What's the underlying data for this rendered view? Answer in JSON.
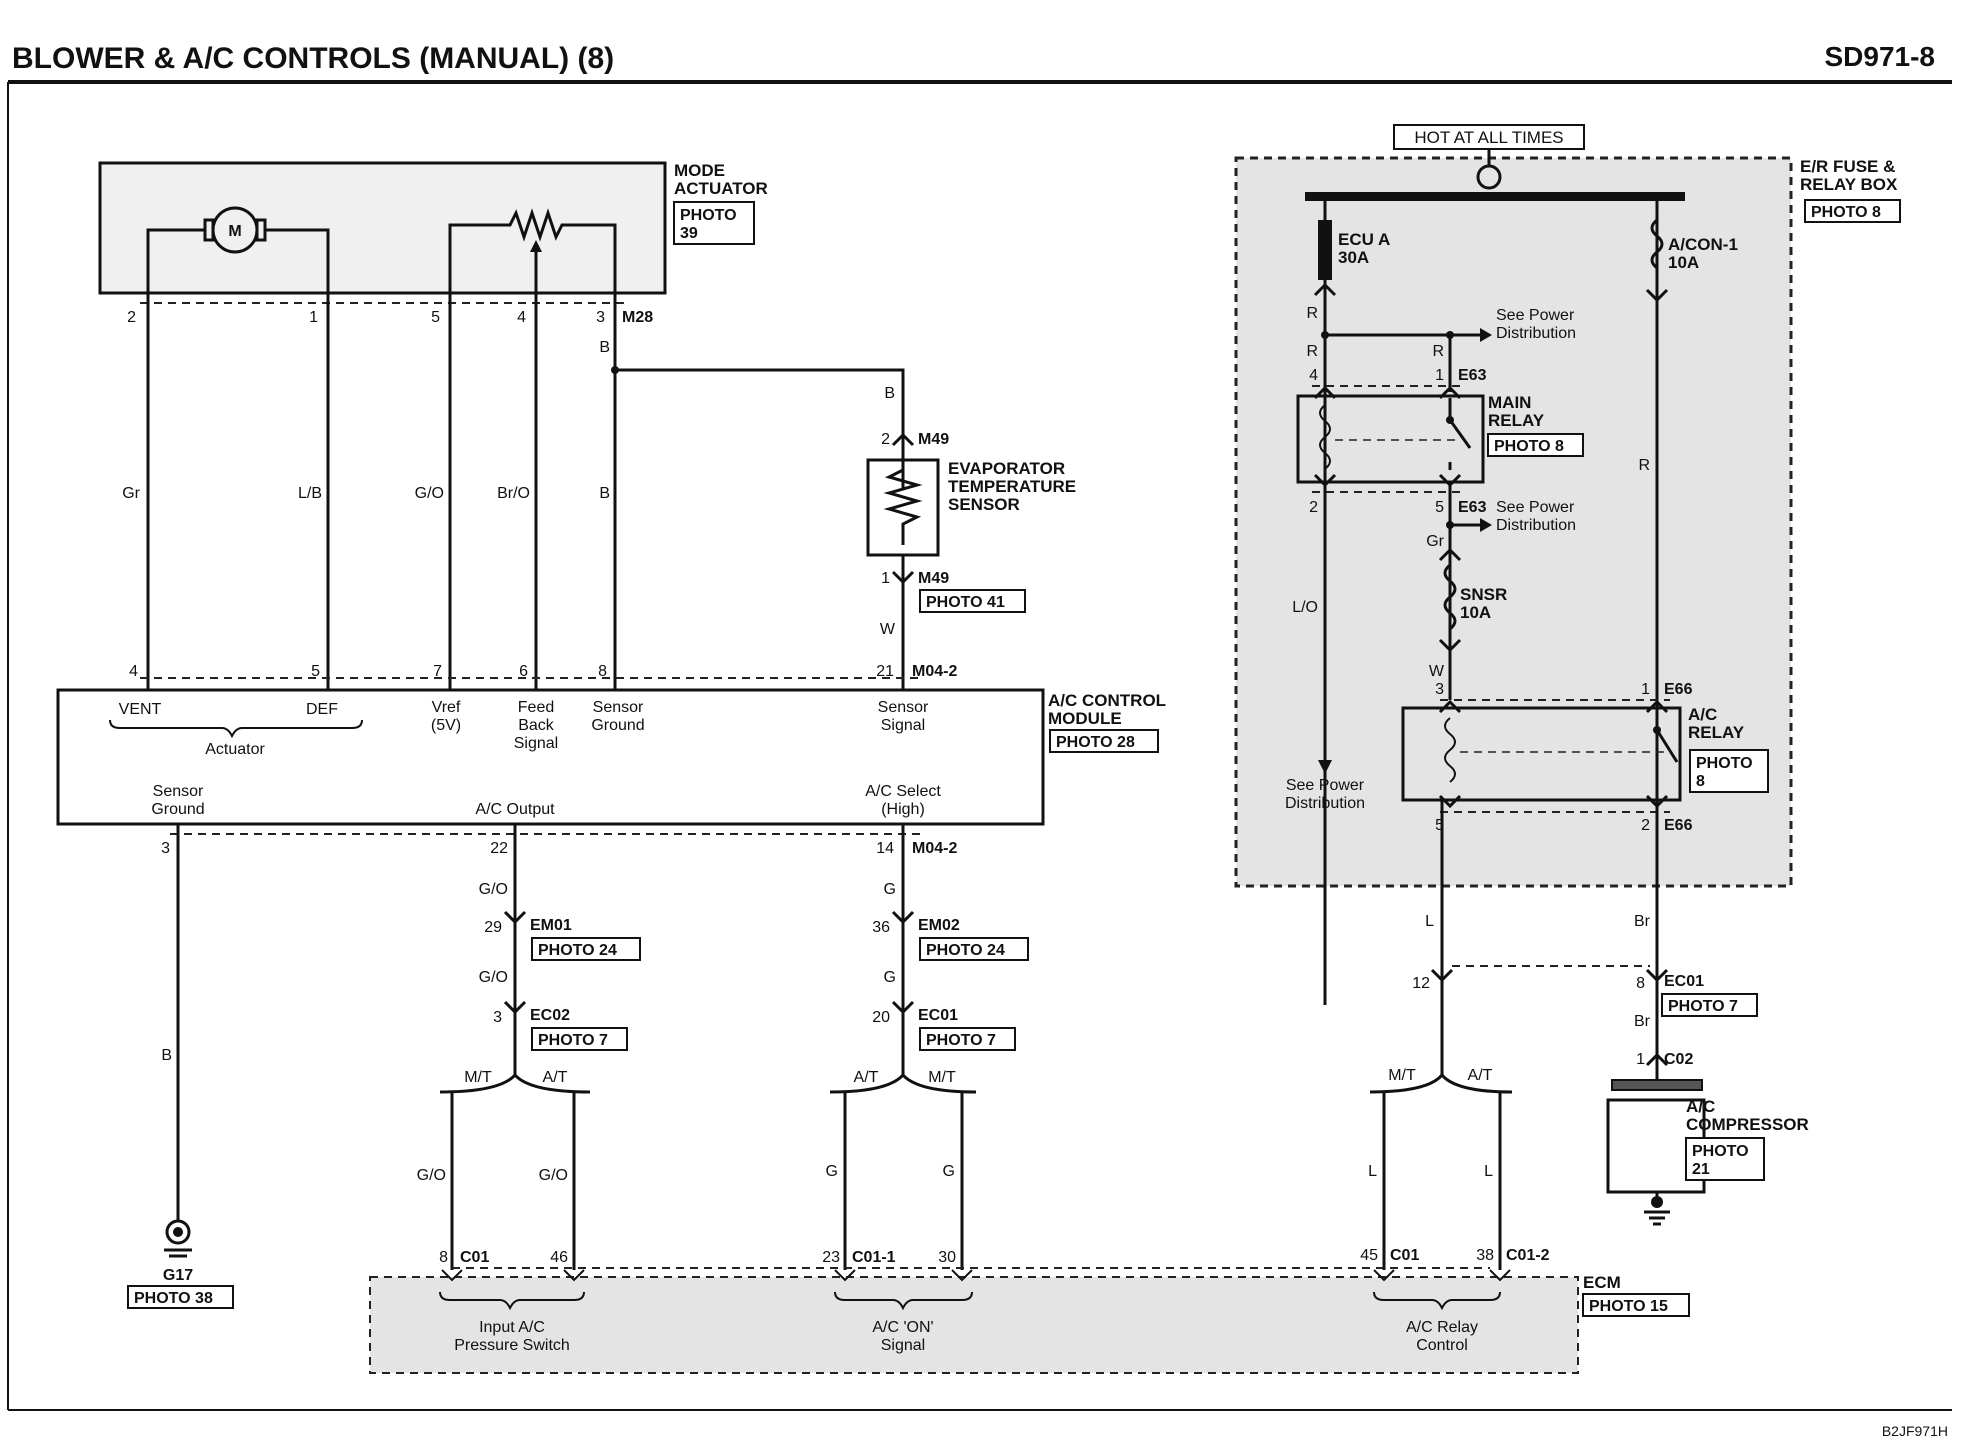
{
  "header": {
    "title": "BLOWER & A/C CONTROLS (MANUAL) (8)",
    "code": "SD971-8"
  },
  "footer": {
    "code": "B2JF971H"
  },
  "mode_actuator": {
    "title_1": "MODE",
    "title_2": "ACTUATOR",
    "photo_1": "PHOTO",
    "photo_2": "39",
    "motor": "M",
    "connector": "M28",
    "pins": [
      "2",
      "1",
      "5",
      "4",
      "3"
    ],
    "wires": [
      "Gr",
      "L/B",
      "G/O",
      "Br/O",
      "B"
    ],
    "b_wire": "B"
  },
  "evap_sensor": {
    "title_1": "EVAPORATOR",
    "title_2": "TEMPERATURE",
    "title_3": "SENSOR",
    "wire_top": "B",
    "pin_top": "2",
    "conn_top": "M49",
    "pin_bottom": "1",
    "conn_bottom": "M49",
    "photo": "PHOTO 41",
    "wire_bottom": "W"
  },
  "acm": {
    "title_1": "A/C CONTROL",
    "title_2": "MODULE",
    "photo": "PHOTO 28",
    "top_pins": [
      "4",
      "5",
      "7",
      "6",
      "8",
      "21"
    ],
    "top_conn": "M04-2",
    "vent": "VENT",
    "def": "DEF",
    "actuator": "Actuator",
    "vref_1": "Vref",
    "vref_2": "(5V)",
    "feed_1": "Feed",
    "feed_2": "Back",
    "feed_3": "Signal",
    "sg_1": "Sensor",
    "sg_2": "Ground",
    "ss_1": "Sensor",
    "ss_2": "Signal",
    "bsg_1": "Sensor",
    "bsg_2": "Ground",
    "ac_output": "A/C Output",
    "acsel_1": "A/C Select",
    "acsel_2": "(High)",
    "bottom_pins": [
      "3",
      "22",
      "14"
    ],
    "bottom_conn": "M04-2"
  },
  "ground": {
    "wire": "B",
    "name": "G17",
    "photo": "PHOTO 38"
  },
  "left_path": {
    "wire1": "G/O",
    "pin1": "29",
    "conn1": "EM01",
    "photo1": "PHOTO 24",
    "wire2": "G/O",
    "pin2": "3",
    "conn2": "EC02",
    "photo2": "PHOTO 7",
    "mt": "M/T",
    "at": "A/T",
    "wire_mt": "G/O",
    "wire_at": "G/O",
    "pin_mt": "8",
    "conn": "C01",
    "pin_at": "46"
  },
  "mid_path": {
    "wire1": "G",
    "pin1": "36",
    "conn1": "EM02",
    "photo1": "PHOTO 24",
    "wire2": "G",
    "pin2": "20",
    "conn2": "EC01",
    "photo2": "PHOTO 7",
    "at": "A/T",
    "mt": "M/T",
    "wire_at": "G",
    "wire_mt": "G",
    "pin_at": "23",
    "conn": "C01-1",
    "pin_mt": "30"
  },
  "right_path": {
    "wire1": "L",
    "pin1": "12",
    "mt": "M/T",
    "at": "A/T",
    "wire_mt": "L",
    "wire_at": "L",
    "pin_mt": "45",
    "conn_mt": "C01",
    "pin_at": "38",
    "conn_at": "C01-2"
  },
  "ecm": {
    "title": "ECM",
    "photo": "PHOTO 15",
    "l1": "Input A/C",
    "l2": "Pressure Switch",
    "m1": "A/C 'ON'",
    "m2": "Signal",
    "r1": "A/C Relay",
    "r2": "Control"
  },
  "fuse_box": {
    "hot": "HOT AT ALL TIMES",
    "title_1": "E/R FUSE &",
    "title_2": "RELAY BOX",
    "photo": "PHOTO 8",
    "fuse1_1": "ECU A",
    "fuse1_2": "30A",
    "fuse2_1": "A/CON-1",
    "fuse2_2": "10A",
    "see_power_1": "See Power",
    "see_power_2": "Distribution",
    "see_power2_1": "See Power",
    "see_power2_2": "Distribution",
    "see_power3_1": "See Power",
    "see_power3_2": "Distribution",
    "r1": "R",
    "r2": "R",
    "r3": "R",
    "r_right": "R",
    "mr_pin4": "4",
    "mr_pin1": "1",
    "mr_conn": "E63",
    "mr_title_1": "MAIN",
    "mr_title_2": "RELAY",
    "mr_photo": "PHOTO 8",
    "mr_pin2": "2",
    "mr_pin5": "5",
    "mr_conn2": "E63",
    "gr": "Gr",
    "snsr_1": "SNSR",
    "snsr_2": "10A",
    "lo": "L/O",
    "w": "W",
    "ar_pin3": "3",
    "ar_pin1": "1",
    "ar_conn": "E66",
    "ar_title_1": "A/C",
    "ar_title_2": "RELAY",
    "ar_photo_1": "PHOTO",
    "ar_photo_2": "8",
    "ar_pin5": "5",
    "ar_pin2": "2",
    "ar_conn2": "E66"
  },
  "compressor": {
    "wire_l": "L",
    "wire_br": "Br",
    "pin8": "8",
    "conn8": "EC01",
    "photo8": "PHOTO 7",
    "wire_br2": "Br",
    "pin1": "1",
    "conn1": "C02",
    "title_1": "A/C",
    "title_2": "COMPRESSOR",
    "photo_1": "PHOTO",
    "photo_2": "21"
  }
}
